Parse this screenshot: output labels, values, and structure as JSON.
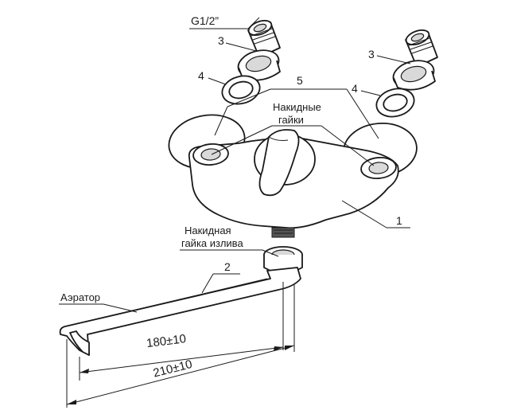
{
  "labels": {
    "thread": "G1/2”",
    "part1": "1",
    "part2": "2",
    "part3_left": "3",
    "part3_right": "3",
    "part4_left": "4",
    "part4_right": "4",
    "part5": "5",
    "nuts_line1": "Накидные",
    "nuts_line2": "гайки",
    "spout_nut_line1": "Накидная",
    "spout_nut_line2": "гайка излива",
    "aerator": "Аэратор"
  },
  "dimensions": {
    "inner": "180±10",
    "outer": "210±10"
  }
}
